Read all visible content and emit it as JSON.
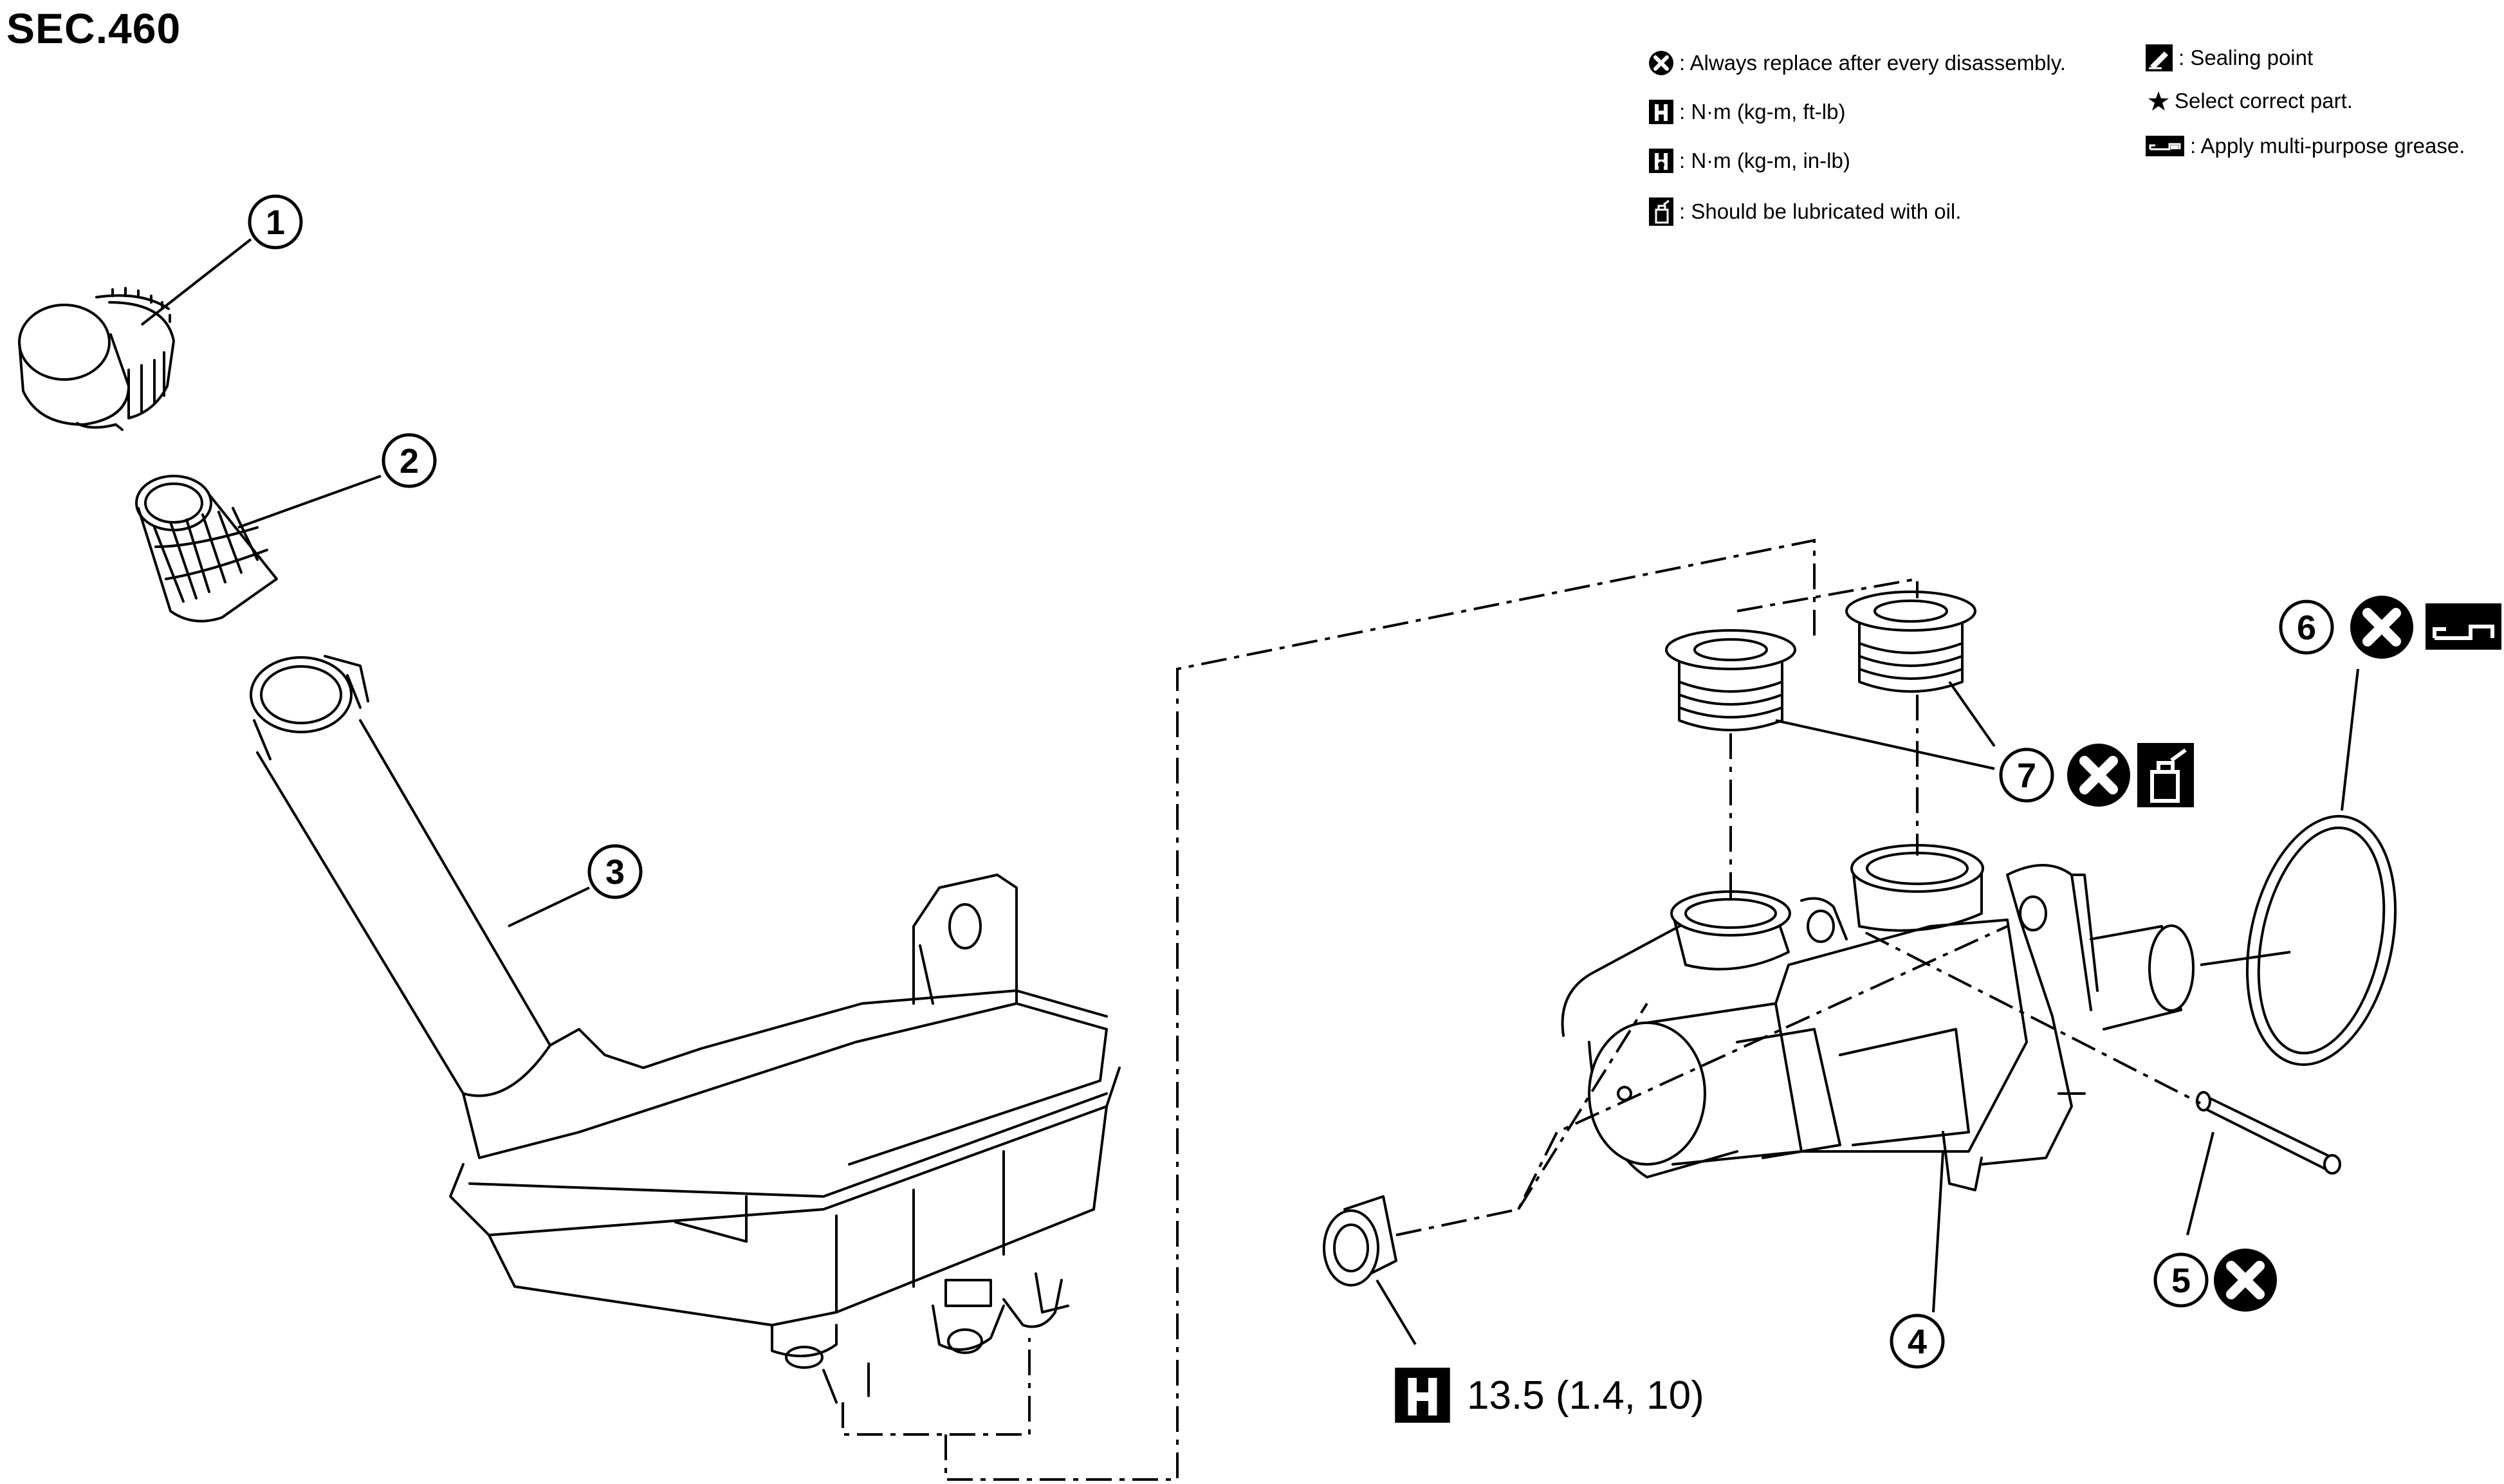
{
  "section": "SEC.460",
  "legend": {
    "replace": ": Always replace after every disassembly.",
    "torque_ftlb": ": N·m (kg-m, ft-lb)",
    "torque_inlb": ": N·m (kg-m, in-lb)",
    "lubricate": ": Should be lubricated with oil.",
    "sealing": ": Sealing point",
    "select": "Select correct part.",
    "grease": ": Apply multi-purpose grease."
  },
  "callouts": [
    "1",
    "2",
    "3",
    "4",
    "5",
    "6",
    "7"
  ],
  "torque_spec": "13.5 (1.4, 10)"
}
